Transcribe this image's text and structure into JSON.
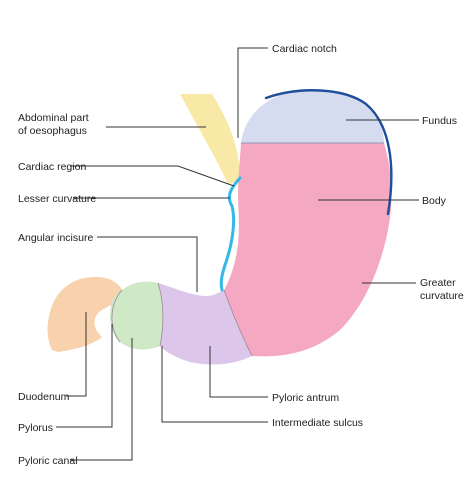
{
  "labels": {
    "cardiac_notch": "Cardiac notch",
    "abdominal_oesophagus_line1": "Abdominal part",
    "abdominal_oesophagus_line2": "of oesophagus",
    "cardiac_region": "Cardiac region",
    "lesser_curvature": "Lesser curvature",
    "angular_incisure": "Angular incisure",
    "fundus": "Fundus",
    "body": "Body",
    "greater_curvature_line1": "Greater",
    "greater_curvature_line2": "curvature",
    "duodenum": "Duodenum",
    "pylorus": "Pylorus",
    "pyloric_canal": "Pyloric canal",
    "pyloric_antrum": "Pyloric antrum",
    "intermediate_sulcus": "Intermediate sulcus"
  },
  "colors": {
    "oesophagus": "#f8eaa6",
    "fundus": "#d6dcf0",
    "body": "#f4a8c2",
    "pyloric_antrum": "#dcc6ea",
    "pyloric_canal": "#cfe8c6",
    "duodenum": "#f7d2ac",
    "greater_curvature_edge": "#1f4f9a",
    "lesser_curvature_edge": "#34b8e8",
    "leader_line": "#333333"
  }
}
